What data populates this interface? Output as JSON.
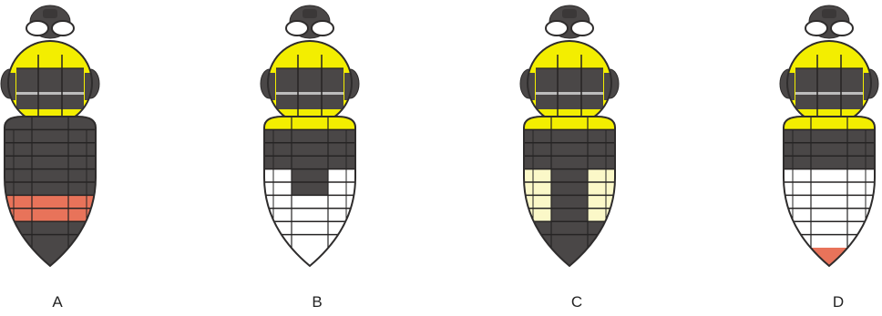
{
  "colors": {
    "dark": "#4a4747",
    "yellow": "#f3ee00",
    "white": "#ffffff",
    "pale": "#fbf8c8",
    "orange": "#e8735a",
    "outline": "#2e2c2c",
    "gridline": "#262424",
    "highlight": "#bdbdbd"
  },
  "panels": [
    {
      "id": "A",
      "label": "A",
      "collar": "yellow",
      "scutellum": "yellow",
      "bands": [
        "dark",
        "dark",
        "dark",
        "dark",
        "dark",
        "dark",
        "orange",
        "orange",
        "dark",
        "dark"
      ],
      "band_sides": null,
      "tip": "dark"
    },
    {
      "id": "B",
      "label": "B",
      "collar": "yellow",
      "scutellum": "yellow",
      "bands": [
        "yellow",
        "dark",
        "dark",
        "dark",
        "dark",
        "white",
        "white",
        "white",
        "white",
        "white"
      ],
      "band_sides": [
        "yellow",
        "dark",
        "dark",
        "dark",
        "white",
        "white",
        "white",
        "white",
        "white",
        "white"
      ],
      "band_center_override": [
        null,
        null,
        null,
        null,
        null,
        "dark",
        null,
        null,
        null,
        null
      ],
      "tip": "white"
    },
    {
      "id": "C",
      "label": "C",
      "collar": "yellow",
      "scutellum": "yellow",
      "bands": [
        "yellow",
        "dark",
        "dark",
        "dark",
        "dark",
        "dark",
        "dark",
        "dark",
        "dark",
        "dark"
      ],
      "band_sides": [
        "yellow",
        "dark",
        "dark",
        "dark",
        "pale",
        "pale",
        "pale",
        "pale",
        "dark",
        "dark"
      ],
      "band_center_override": null,
      "tip": "dark"
    },
    {
      "id": "D",
      "label": "D",
      "collar": "yellow",
      "scutellum": "yellow",
      "bands": [
        "yellow",
        "dark",
        "dark",
        "dark",
        "white",
        "white",
        "white",
        "white",
        "white",
        "white"
      ],
      "band_sides": null,
      "band_center_override": null,
      "tip": "orange"
    }
  ]
}
